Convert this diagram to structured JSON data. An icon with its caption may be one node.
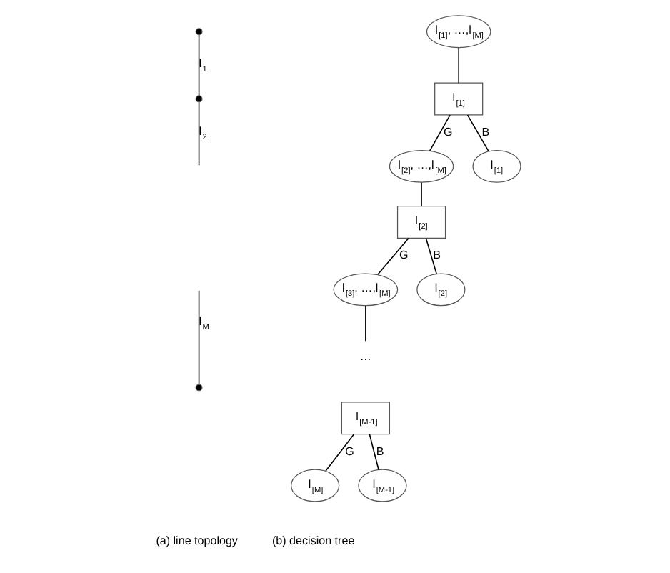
{
  "diagram": {
    "nodes": [
      {
        "text": [],
        "shape": "circle"
      },
      {
        "text": [],
        "shape": "circle"
      },
      {
        "text": [],
        "shape": "circle"
      },
      {
        "text": [
          "l$_{[1]}$, …,l$_{[M]}$"
        ]
      },
      {
        "text": [
          "l$_{[1]}$"
        ]
      },
      {
        "text": [
          "l$_{[2]}$, …,l$_{[M]}$"
        ]
      },
      {
        "text": [
          "l$_{[1]}$"
        ]
      },
      {
        "text": [
          "l$_{[2]}$"
        ]
      },
      {
        "text": [
          "l$_{[3]}$, …,l$_{[M]}$"
        ]
      },
      {
        "text": [
          "l$_{[2]}$"
        ]
      },
      {
        "text": [
          "…"
        ]
      },
      {
        "text": [
          "l$_{[M-1]}$"
        ]
      },
      {
        "text": [
          "l$_{[M]}$"
        ]
      },
      {
        "text": [
          "l$_{[M-1]}$"
        ]
      }
    ],
    "edges": [
      {
        "from": 0,
        "to": 1,
        "arrow": "none",
        "label": "l$_{1}$"
      },
      {
        "from": 1,
        "to": null,
        "arrow": "none",
        "label": "l$_{2}$"
      },
      {
        "from": null,
        "to": 2,
        "arrow": "none",
        "label": "l$_{M}$"
      },
      {
        "from": 3,
        "to": 4,
        "arrow": "none"
      },
      {
        "from": 4,
        "to": 5,
        "arrow": "none",
        "label": "G"
      },
      {
        "from": 4,
        "to": 6,
        "arrow": "none",
        "label": "B"
      },
      {
        "from": 5,
        "to": 7,
        "arrow": "none"
      },
      {
        "from": 7,
        "to": 8,
        "arrow": "none",
        "label": "G"
      },
      {
        "from": 7,
        "to": 9,
        "arrow": "none",
        "label": "B"
      },
      {
        "from": 8,
        "to": 10,
        "arrow": "none"
      },
      {
        "from": 11,
        "to": 12,
        "arrow": "none",
        "label": "G"
      },
      {
        "from": 11,
        "to": 13,
        "arrow": "none",
        "label": "B"
      }
    ],
    "labels": [
      "(a) line topology",
      "(b) decision tree"
    ]
  }
}
